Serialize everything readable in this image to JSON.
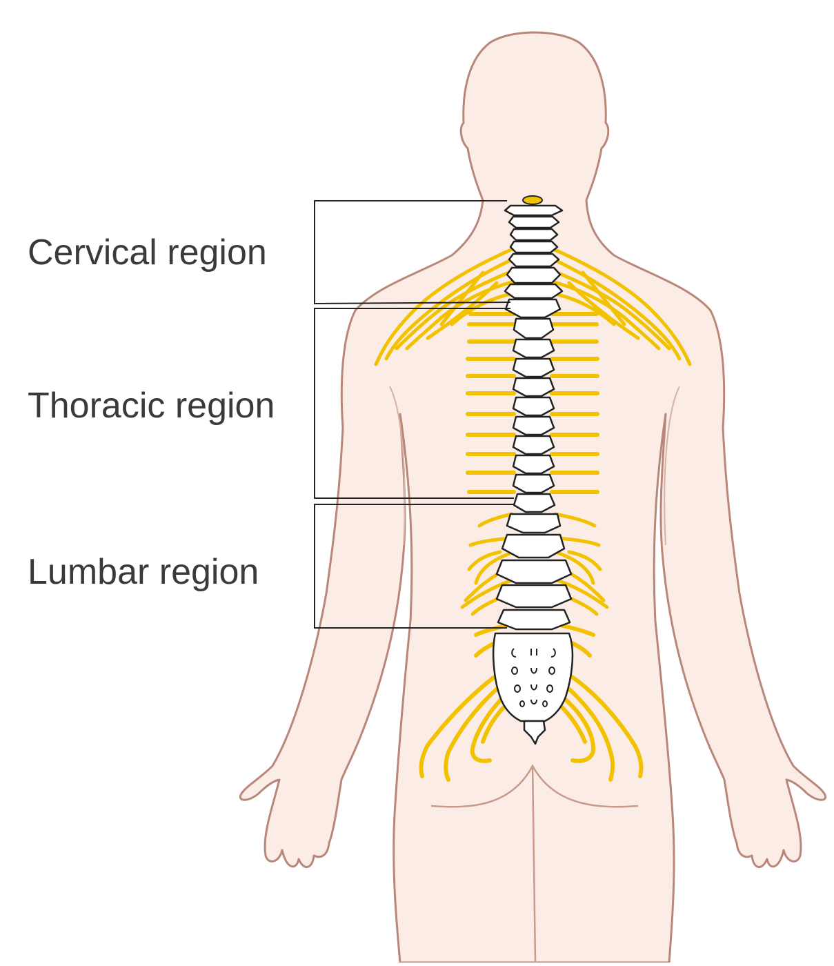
{
  "labels": {
    "cervical": "Cervical region",
    "thoracic": "Thoracic region",
    "lumbar": "Lumbar region"
  },
  "colors": {
    "skin_fill": "#fbece6",
    "skin_outline": "#b9877a",
    "nerve": "#f2c200",
    "bone_fill": "#ffffff",
    "bone_outline": "#222222",
    "bracket": "#222222",
    "text": "#3a3a3a"
  }
}
